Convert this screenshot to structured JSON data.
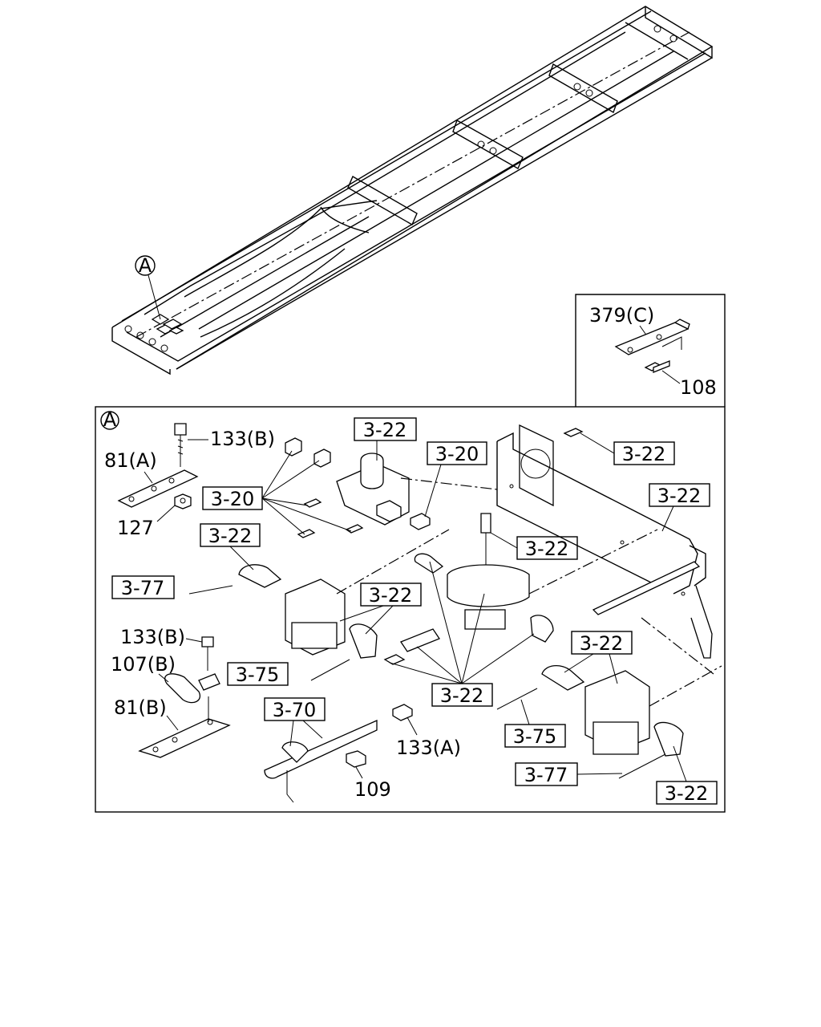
{
  "frame_marker": "A",
  "detail_marker": "A",
  "inset": {
    "part": "379(C)",
    "bolt": "108"
  },
  "labels": {
    "p133b_top": "133(B)",
    "p81a": "81(A)",
    "p127": "127",
    "p133b_mid": "133(B)",
    "p107b": "107(B)",
    "p81b": "81(B)",
    "p133a": "133(A)",
    "p109": "109"
  },
  "refs": {
    "r1": "3-22",
    "r2": "3-20",
    "r3": "3-20",
    "r4": "3-22",
    "r5": "3-22",
    "r6": "3-22",
    "r7": "3-22",
    "r8": "3-77",
    "r9": "3-22",
    "r10": "3-75",
    "r11": "3-22",
    "r12": "3-70",
    "r13": "3-22",
    "r14": "3-75",
    "r15": "3-77",
    "r16": "3-22"
  }
}
